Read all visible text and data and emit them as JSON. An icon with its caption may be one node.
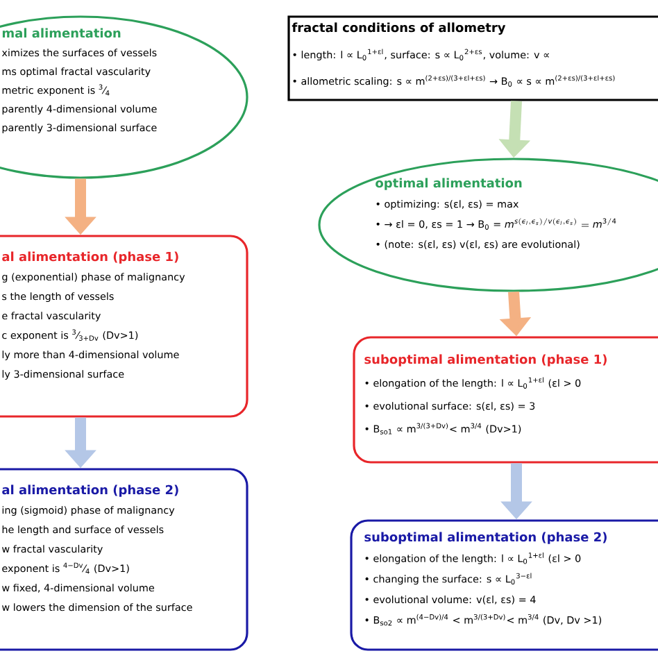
{
  "diagram": {
    "nodes": [
      {
        "text": [
          "mal alimentation",
          "ximizes the surfaces of vessels",
          "ms optimal fractal vascularity",
          "metric exponent is $^{3}$⁄$_{4}$",
          "parently 4-dimensional volume",
          "parently 3-dimensional surface"
        ]
      },
      {
        "text": [
          "fractal conditions of allometry",
          "• length: l ∝ L$_{0}$$^{1+εl}$, surface: s ∝ L$_{0}$$^{2+εs}$, volume: v ∝",
          "• allometric scaling: s ∝ m$^{(2+εs)/(3+εl+εs)}$ → B$_{0}$ ∝ s ∝ m$^{(2+εs)/(3+εl+εs)}$"
        ]
      },
      {
        "text": [
          "optimal alimentation",
          "• optimizing: s(εl, εs) = max",
          "• → εl = 0, εs = 1 → B$_{0}$ =",
          "m^{s(\\varepsilon_l,\\varepsilon_s)/v(\\varepsilon_l,\\varepsilon_s)} = m^{3/4}",
          "• (note: s(εl, εs) v(εl, εs) are evolutional)"
        ]
      },
      {
        "text": [
          "al alimentation (phase 1)",
          "g (exponential) phase of malignancy",
          "s the length of vessels",
          "e fractal vascularity",
          "c exponent is $^{3}$⁄$_{3+Dv}$ (Dv>1)",
          "ly more than 4-dimensional volume",
          "ly 3-dimensional surface"
        ]
      },
      {
        "text": [
          "suboptimal alimentation (phase 1)",
          "• elongation of the length: l ∝ L$_{0}$$^{1+εl}$ (εl > 0",
          "• evolutional surface: s(εl, εs) = 3",
          "• B$_{so1}$ ∝ m$^{3/(3+Dv)}$< m$^{3/4}$ (Dv>1)"
        ]
      },
      {
        "text": [
          "al alimentation (phase 2)",
          "ing (sigmoid) phase of malignancy",
          "he length and surface of vessels",
          "w fractal vascularity",
          "exponent is $^{4−Dv}$⁄$_{4}$ (Dv>1)",
          "w fixed, 4-dimensional volume",
          "w lowers the dimension of the surface"
        ]
      },
      {
        "text": [
          "suboptimal alimentation (phase 2)",
          "• elongation of the length: l ∝ L$_{0}$$^{1+εl}$ (εl > 0",
          "• changing the surface: s ∝ L$_{0}$$^{3−εl}$",
          "• evolutional volume: v(εl, εs) = 4",
          "• B$_{so2}$ ∝ m$^{(4−Dv)/4}$ < m$^{3/(3+Dv)}$< m$^{3/4}$ (Dv, Dv >1)"
        ]
      }
    ],
    "edges": [
      {
        "from": 0,
        "to": 3,
        "arrow": "to",
        "color": "#f4b183"
      },
      {
        "from": 3,
        "to": 5,
        "arrow": "to",
        "color": "#b4c7e7"
      },
      {
        "from": 1,
        "to": 2,
        "arrow": "to",
        "color": "#c5e0b4"
      },
      {
        "from": 2,
        "to": 4,
        "arrow": "to",
        "color": "#f4b183"
      },
      {
        "from": 4,
        "to": 6,
        "arrow": "to",
        "color": "#b4c7e7"
      }
    ]
  }
}
